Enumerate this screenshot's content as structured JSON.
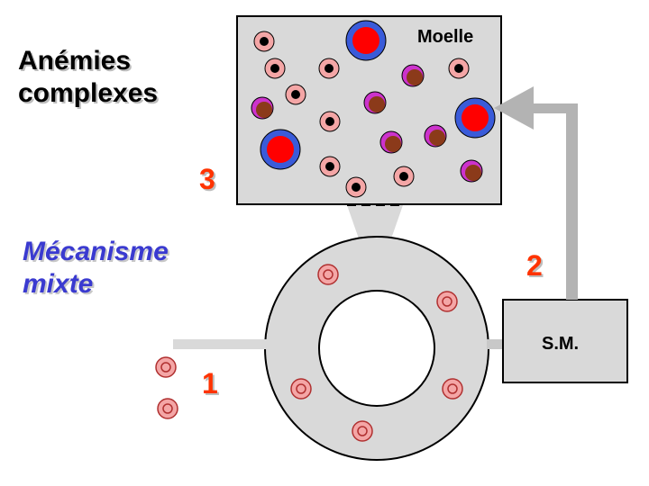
{
  "title_line1": "Anémies",
  "title_line2": "complexes",
  "subtitle_line1": "Mécanisme",
  "subtitle_line2": "mixte",
  "marrow_label": "Moelle",
  "spleen_label": "S.M.",
  "step_labels": [
    "1",
    "2",
    "3"
  ],
  "colors": {
    "box_fill": "#d9d9d9",
    "red_cell": "#f4a6a6",
    "large_blast_outer": "#3a5bd9",
    "large_blast_core": "#ff0000",
    "purple_ring": "#cc33cc",
    "brown_core": "#8b3a1a",
    "arrow": "#b3b3b3",
    "numbers": "#ff3300",
    "subtitle": "#3a3ad0"
  }
}
